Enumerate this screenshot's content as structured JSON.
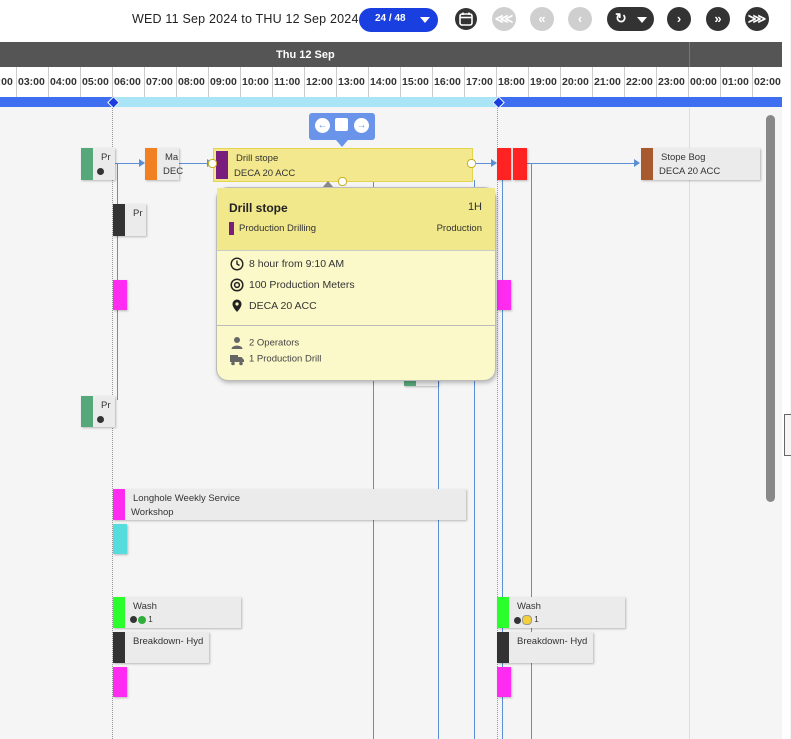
{
  "toolbar": {
    "date_range": "WED 11 Sep 2024 to THU 12 Sep 2024",
    "pager": "24 / 48",
    "calendar_icon": "calendar-icon",
    "first_icon": "double-left-icon",
    "prev_fast_icon": "double-left-icon",
    "prev_icon": "chevron-left-icon",
    "refresh_icon": "refresh-icon",
    "next_icon": "chevron-right-icon",
    "next_fast_icon": "double-right-icon",
    "last_icon": "triple-right-icon",
    "accent": "#1a3fe0"
  },
  "timeline": {
    "day_label": "Thu 12 Sep",
    "hours": [
      "02:00",
      "03:00",
      "04:00",
      "05:00",
      "06:00",
      "07:00",
      "08:00",
      "09:00",
      "10:00",
      "11:00",
      "12:00",
      "13:00",
      "14:00",
      "15:00",
      "16:00",
      "17:00",
      "18:00",
      "19:00",
      "20:00",
      "21:00",
      "22:00",
      "23:00",
      "00:00",
      "01:00",
      "02:00"
    ]
  },
  "tasks": {
    "t_pr1": {
      "t1": "Pr",
      "color": "#56a77a"
    },
    "t_ma": {
      "t1": "Ma",
      "t2": "DEC",
      "color": "#f08022"
    },
    "t_pr2": {
      "t1": "Pr",
      "color": "#333333"
    },
    "t_pr3": {
      "t1": "Pr",
      "color": "#56a77a"
    },
    "t_stope": {
      "t1": "Stope Bog",
      "t2": "DECA 20 ACC",
      "color": "#a85a2e"
    },
    "t_longhole": {
      "t1": "Longhole Weekly Service",
      "t2": "Workshop",
      "color": "#ff2bf0"
    },
    "t_wash1": {
      "t1": "Wash",
      "count": "1",
      "color": "#2bff2b"
    },
    "t_wash2": {
      "t1": "Wash",
      "count": "1",
      "color": "#2bff2b"
    },
    "t_break1": {
      "t1": "Breakdown- Hyd",
      "color": "#333333"
    },
    "t_break2": {
      "t1": "Breakdown- Hyd",
      "color": "#333333"
    }
  },
  "selected": {
    "t1": "Drill stope",
    "t2": "DECA 20 ACC",
    "color": "#7a1e7e"
  },
  "tooltip": {
    "title": "Drill stope",
    "duration": "1H",
    "category": "Production Drilling",
    "type": "Production",
    "time": "8 hour from 9:10 AM",
    "target": "100 Production Meters",
    "location": "DECA 20 ACC",
    "operators": "2 Operators",
    "equipment": "1 Production Drill",
    "clock_icon": "clock-icon",
    "target_icon": "target-icon",
    "pin_icon": "location-pin-icon",
    "person_icon": "person-icon",
    "truck_icon": "truck-icon"
  }
}
